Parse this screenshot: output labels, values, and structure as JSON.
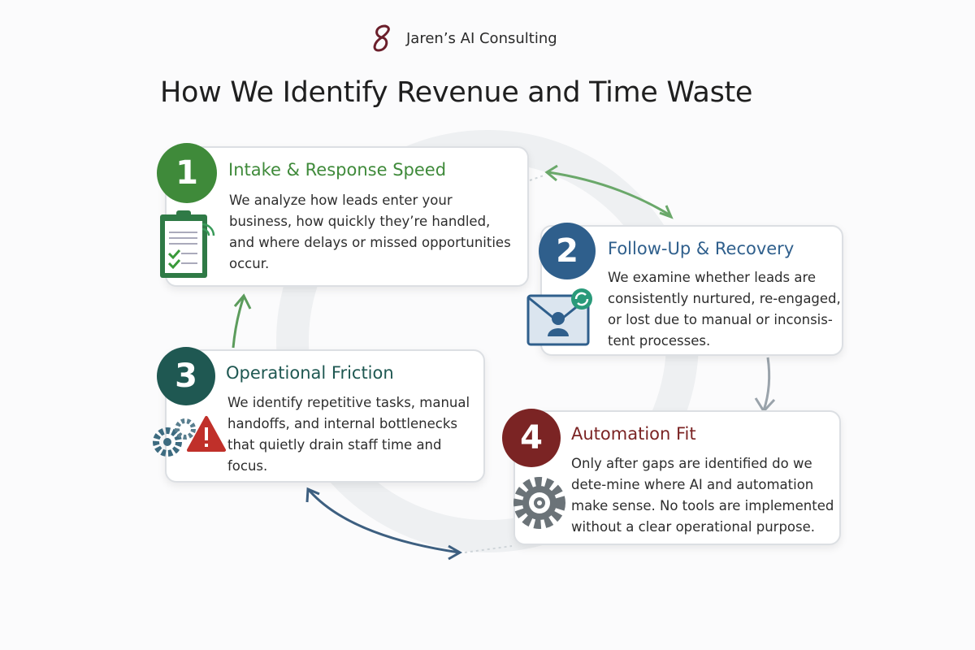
{
  "brand": {
    "name": "Jaren’s AI Consulting"
  },
  "title": "How We Identify Revenue and Time Waste",
  "colors": {
    "step1": "#3f8a3a",
    "step2": "#2f5f8c",
    "step3": "#1f5852",
    "step4": "#7b2424"
  },
  "steps": [
    {
      "number": "1",
      "heading": "Intake & Response Speed",
      "lines": [
        "We analyze how leads enter your",
        "business, how quickly they’re handled,",
        "and where delays or missed opportunities",
        "occur."
      ],
      "icon": "clipboard-checklist-icon"
    },
    {
      "number": "2",
      "heading": "Follow-Up & Recovery",
      "lines": [
        "We examine whether leads are",
        "consistently nurtured, re-engaged,",
        "or lost due to manual or inconsis-",
        "tent processes."
      ],
      "icon": "envelope-refresh-icon"
    },
    {
      "number": "3",
      "heading": "Operational Friction",
      "lines": [
        "We identify repetitive tasks, manual",
        "handoffs, and internal bottlenecks",
        " that quietly drain staff time and",
        "focus."
      ],
      "icon": "gears-warning-icon"
    },
    {
      "number": "4",
      "heading": "Automation Fit",
      "lines": [
        "Only after gaps are identified do we",
        "dete-mine where AI and automation",
        "make sense. No tools are implemented",
        "without a clear operational purpose."
      ],
      "icon": "gear-icon"
    }
  ]
}
